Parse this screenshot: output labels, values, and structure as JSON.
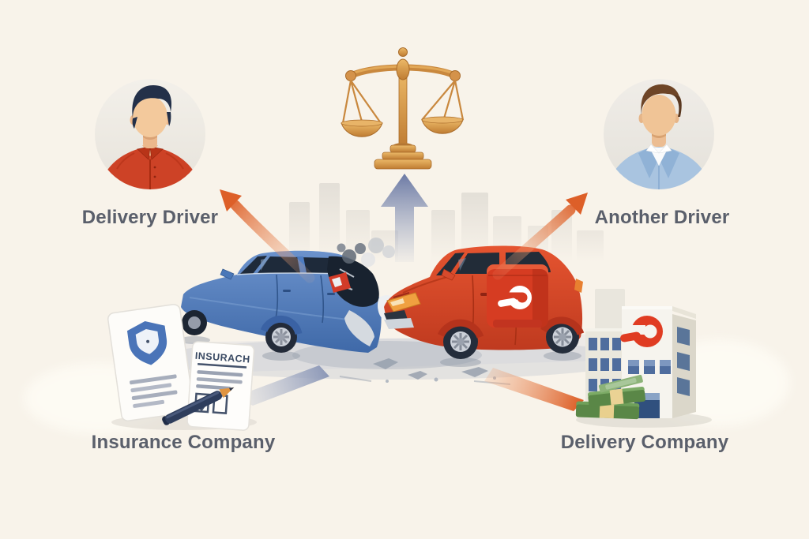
{
  "labels": {
    "delivery_driver": "Delivery Driver",
    "another_driver": "Another Driver",
    "insurance_company": "Insurance Company",
    "delivery_company": "Delivery Company"
  },
  "insurance_document": {
    "header": "INSURACH"
  },
  "icons": {
    "justice": "scales-of-justice-icon",
    "up_arrow": "up-arrow-icon",
    "delivery_driver": "male-avatar-red-shirt-icon",
    "another_driver": "male-avatar-blue-blazer-icon",
    "insurance": "insurance-documents-shield-pen-icon",
    "delivery_company": "office-building-brand-logo-icon",
    "money": "cash-stack-icon",
    "crash": "two-car-collision-icon",
    "brand_logo": "doordash-swirl-icon"
  },
  "colors": {
    "background": "#f8f3ea",
    "label_text": "#5a5f6b",
    "arrow_orange": "#dd5f28",
    "arrow_blue": "#7f8cb0",
    "scales_gold": "#d0914a",
    "blue_car": "#4e7cc0",
    "red_car": "#d8452a",
    "doordash_red": "#e03c22",
    "driver_shirt_red": "#cd4226",
    "other_driver_jacket_blue": "#a9c4e0",
    "money_green": "#5a8747",
    "shield_blue": "#4a74b8",
    "document_text": "#3a4a63"
  }
}
